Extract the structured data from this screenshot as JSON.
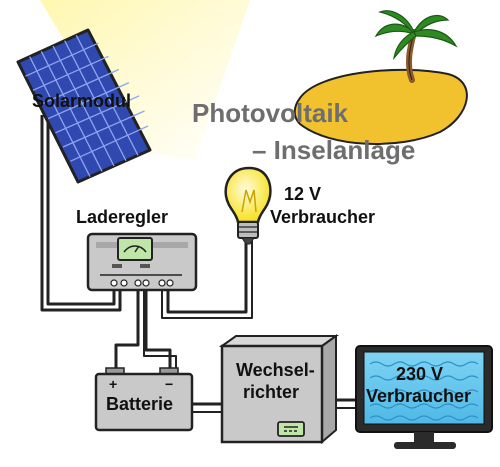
{
  "title": {
    "line1": "Photovoltaik",
    "line2": "– Inselanlage"
  },
  "components": {
    "solar_module": "Solarmodul",
    "charge_controller": "Laderegler",
    "load_12v": {
      "line1": "12 V",
      "line2": "Verbraucher"
    },
    "battery": "Batterie",
    "inverter": {
      "line1": "Wechsel-",
      "line2": "richter"
    },
    "load_230v": {
      "line1": "230 V",
      "line2": "Verbraucher"
    }
  },
  "battery_terminals": {
    "plus": "+",
    "minus": "−"
  },
  "colors": {
    "sunlight": "#f7f1a6",
    "solar_cells": "#3049b0",
    "device_gray": "#c9c9c9",
    "wire": "#222222",
    "screen": "#6ec9ec",
    "island_sand": "#f2c12e",
    "palm_green": "#2f8a23",
    "bulb_yellow": "#f7e11c",
    "title_gray": "#6e6e6e"
  }
}
